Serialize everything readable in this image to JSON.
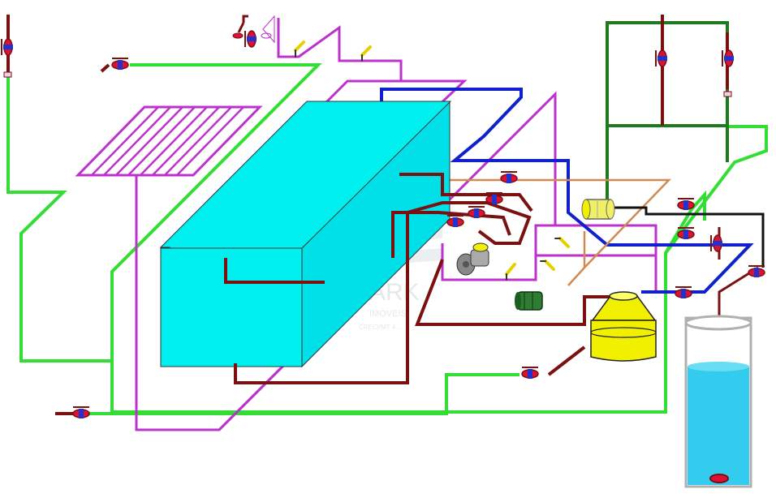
{
  "colors": {
    "background": "#ffffff",
    "green_pipe": "#33dd33",
    "dark_green_pipe": "#1f7a1f",
    "magenta_pipe": "#bb33cc",
    "blue_pipe": "#1020cc",
    "brown_pipe": "#7a1010",
    "orange_pipe": "#d08a50",
    "black_pipe": "#111111",
    "water": "#00f0f0",
    "tank_water": "#33ccee",
    "yellow": "#f0f000",
    "valve_red": "#dd1133",
    "pump_gray": "#888888",
    "motor_green": "#2e7d32"
  },
  "watermark": {
    "brand": "ARK",
    "line1": "IMÓVEIS",
    "line2": "CRECI/MT 4..."
  },
  "icons": [
    "valve-icon",
    "shower-head-icon",
    "light-switch-icon",
    "pump-icon",
    "motor-icon",
    "filter-cylinder-icon",
    "sand-filter-icon",
    "foot-valve-icon"
  ]
}
